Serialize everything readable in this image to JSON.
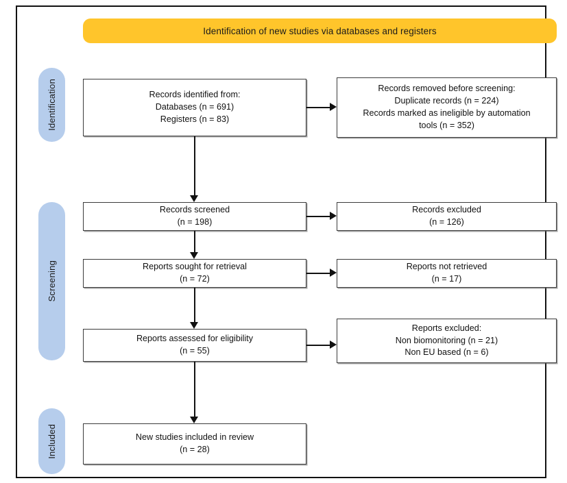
{
  "figure": {
    "banner_label": "Identification of new studies via databases and registers",
    "banner_color": "#FFC52B",
    "pill_color": "#B6CDEC",
    "frame_color": "#111111"
  },
  "stages": [
    {
      "name": "identification",
      "label": "Identification"
    },
    {
      "name": "screening",
      "label": "Screening"
    },
    {
      "name": "included",
      "label": "Included"
    }
  ],
  "chart_data": {
    "type": "diagram",
    "title": "Identification of new studies via databases and registers",
    "nodes": [
      {
        "id": "identified",
        "column": "left",
        "stage": "identification",
        "lines": [
          "Records identified from:",
          "Databases (n = 691)",
          "Registers (n = 83)"
        ],
        "counts": {
          "databases": 691,
          "registers": 83
        }
      },
      {
        "id": "removed",
        "column": "right",
        "stage": "identification",
        "lines": [
          "Records removed before screening:",
          "Duplicate records (n = 224)",
          "Records marked as ineligible by automation",
          "tools (n = 352)"
        ],
        "counts": {
          "duplicate_records": 224,
          "ineligible_by_automation_tools": 352
        }
      },
      {
        "id": "screened",
        "column": "left",
        "stage": "screening",
        "lines": [
          "Records screened",
          "(n = 198)"
        ],
        "counts": {
          "n": 198
        }
      },
      {
        "id": "excluded",
        "column": "right",
        "stage": "screening",
        "lines": [
          "Records excluded",
          "(n = 126)"
        ],
        "counts": {
          "n": 126
        }
      },
      {
        "id": "sought",
        "column": "left",
        "stage": "screening",
        "lines": [
          "Reports sought for retrieval",
          "(n = 72)"
        ],
        "counts": {
          "n": 72
        }
      },
      {
        "id": "not_retrieved",
        "column": "right",
        "stage": "screening",
        "lines": [
          "Reports not retrieved",
          "(n = 17)"
        ],
        "counts": {
          "n": 17
        }
      },
      {
        "id": "assessed",
        "column": "left",
        "stage": "screening",
        "lines": [
          "Reports assessed for eligibility",
          "(n = 55)"
        ],
        "counts": {
          "n": 55
        }
      },
      {
        "id": "reports_excluded",
        "column": "right",
        "stage": "screening",
        "lines": [
          "Reports excluded:",
          "Non biomonitoring (n = 21)",
          "Non EU based (n = 6)"
        ],
        "counts": {
          "non_biomonitoring": 21,
          "non_eu_based": 6
        }
      },
      {
        "id": "new_included",
        "column": "left",
        "stage": "included",
        "lines": [
          "New studies included in review",
          "(n = 28)"
        ],
        "counts": {
          "n": 28
        }
      }
    ],
    "edges": [
      {
        "from": "identified",
        "to": "removed",
        "direction": "right"
      },
      {
        "from": "identified",
        "to": "screened",
        "direction": "down"
      },
      {
        "from": "screened",
        "to": "excluded",
        "direction": "right"
      },
      {
        "from": "screened",
        "to": "sought",
        "direction": "down"
      },
      {
        "from": "sought",
        "to": "not_retrieved",
        "direction": "right"
      },
      {
        "from": "sought",
        "to": "assessed",
        "direction": "down"
      },
      {
        "from": "assessed",
        "to": "reports_excluded",
        "direction": "right"
      },
      {
        "from": "assessed",
        "to": "new_included",
        "direction": "down"
      }
    ]
  }
}
